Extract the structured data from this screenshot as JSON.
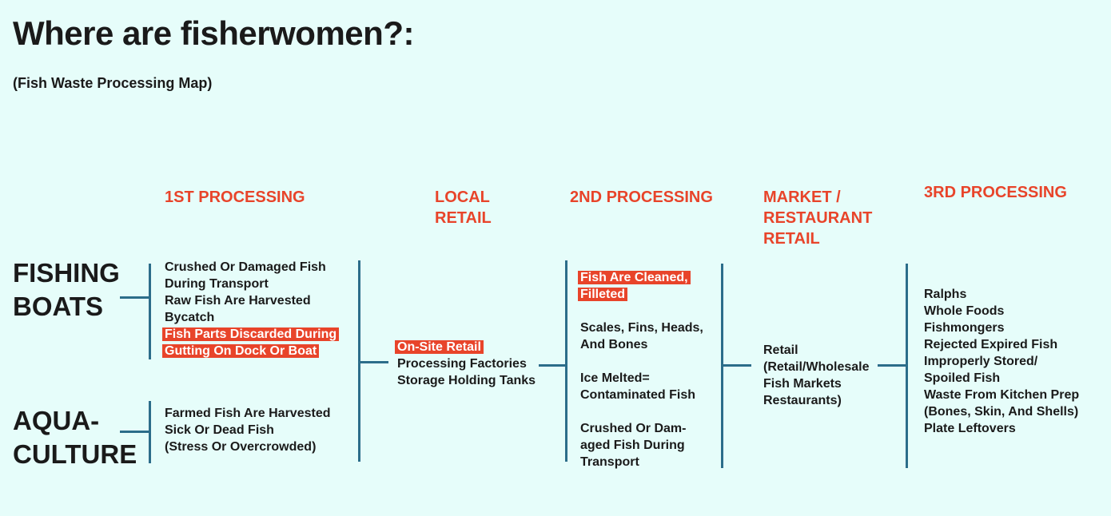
{
  "title": "Where are fisherwomen?:",
  "subtitle": "(Fish Waste Processing Map)",
  "stages": {
    "first": [
      "1ST PROCESSING"
    ],
    "local": [
      "LOCAL",
      "RETAIL"
    ],
    "second": [
      "2ND PROCESSING"
    ],
    "market": [
      "MARKET /",
      "RESTAURANT",
      "RETAIL"
    ],
    "third": [
      "3RD PROCESSING"
    ]
  },
  "sources": {
    "boats": [
      "FISHING",
      "BOATS"
    ],
    "aqua": [
      "AQUA-",
      "CULTURE"
    ]
  },
  "lists": {
    "boats": [
      {
        "text": "Crushed Or Damaged Fish",
        "hl": false
      },
      {
        "text": "During Transport",
        "hl": false
      },
      {
        "text": "Raw Fish Are Harvested",
        "hl": false
      },
      {
        "text": "Bycatch",
        "hl": false
      },
      {
        "text": "Fish Parts Discarded During",
        "hl": true
      },
      {
        "text": "Gutting On Dock Or Boat",
        "hl": true
      }
    ],
    "aqua": [
      {
        "text": "Farmed Fish Are Harvested",
        "hl": false
      },
      {
        "text": "Sick Or Dead Fish",
        "hl": false
      },
      {
        "text": "(Stress Or Overcrowded)",
        "hl": false
      }
    ],
    "local": [
      {
        "text": "On-Site Retail",
        "hl": true
      },
      {
        "text": "Processing Factories",
        "hl": false
      },
      {
        "text": "Storage Holding Tanks",
        "hl": false
      }
    ],
    "second": [
      {
        "text": "Fish Are Cleaned,",
        "hl": true
      },
      {
        "text": "Filleted",
        "hl": true
      },
      {
        "text": "",
        "hl": false
      },
      {
        "text": "Scales, Fins, Heads,",
        "hl": false
      },
      {
        "text": "And Bones",
        "hl": false
      },
      {
        "text": "",
        "hl": false
      },
      {
        "text": "Ice Melted=",
        "hl": false
      },
      {
        "text": "Contaminated Fish",
        "hl": false
      },
      {
        "text": "",
        "hl": false
      },
      {
        "text": "Crushed Or Dam-",
        "hl": false
      },
      {
        "text": "aged Fish During",
        "hl": false
      },
      {
        "text": "Transport",
        "hl": false
      }
    ],
    "market": [
      {
        "text": "Retail",
        "hl": false
      },
      {
        "text": "(Retail/Wholesale",
        "hl": false
      },
      {
        "text": "Fish Markets",
        "hl": false
      },
      {
        "text": "Restaurants)",
        "hl": false
      }
    ],
    "third": [
      {
        "text": "Ralphs",
        "hl": false
      },
      {
        "text": "Whole Foods",
        "hl": false
      },
      {
        "text": "Fishmongers",
        "hl": false
      },
      {
        "text": "Rejected Expired Fish",
        "hl": false
      },
      {
        "text": "Improperly Stored/",
        "hl": false
      },
      {
        "text": "Spoiled Fish",
        "hl": false
      },
      {
        "text": "Waste From Kitchen Prep",
        "hl": false
      },
      {
        "text": "(Bones, Skin, And Shells)",
        "hl": false
      },
      {
        "text": "Plate Leftovers",
        "hl": false
      }
    ]
  },
  "colors": {
    "accent": "#e8442a",
    "connector": "#2c6d8a",
    "background": "#e6fdfa"
  }
}
